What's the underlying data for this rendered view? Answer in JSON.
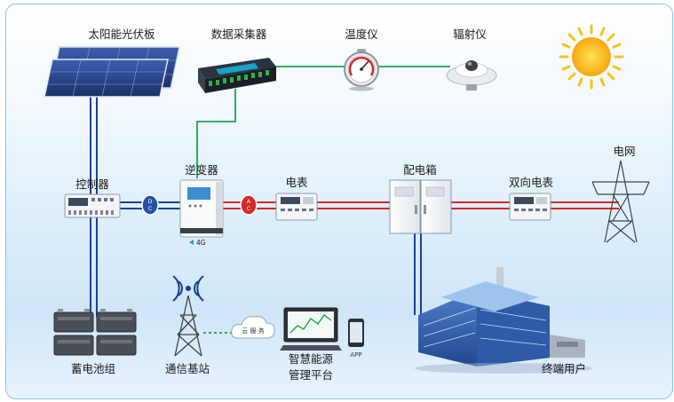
{
  "labels": {
    "solar_panel": "太阳能光伏板",
    "data_collector": "数据采集器",
    "thermometer": "温度仪",
    "radiometer": "辐射仪",
    "controller": "控制器",
    "inverter": "逆变器",
    "meter": "电表",
    "distribution_box": "配电箱",
    "bidirectional_meter": "双向电表",
    "grid": "电网",
    "battery_group": "蓄电池组",
    "base_station": "通信基站",
    "platform_line1": "智慧能源",
    "platform_line2": "管理平台",
    "end_user": "终端用户"
  },
  "badges": {
    "dc_top": "D",
    "dc_bottom": "C",
    "ac_top": "A",
    "ac_bottom": "C",
    "network": "4G",
    "cloud": "云 服 务",
    "app": "APP"
  },
  "colors": {
    "dc_line": "#1c3f94",
    "ac_line": "#d62828",
    "signal_line": "#1aa34a",
    "frame_border": "#8cc4ec",
    "sun": "#f7c21a"
  }
}
